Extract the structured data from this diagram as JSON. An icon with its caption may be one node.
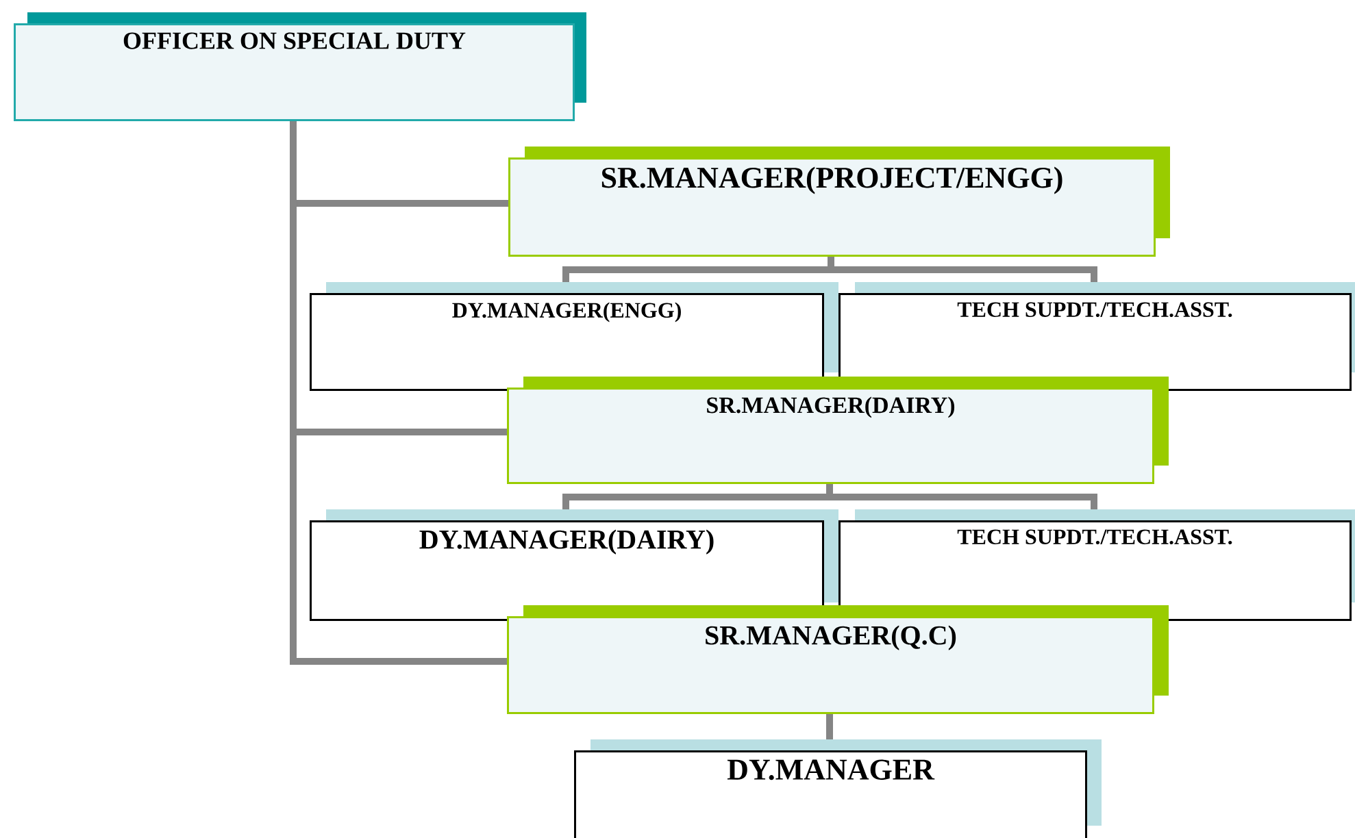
{
  "diagram": {
    "nodes": [
      {
        "text": [
          "OFFICER ON SPECIAL DUTY"
        ]
      },
      {
        "text": [
          "SR.MANAGER(PROJECT/ENGG)"
        ]
      },
      {
        "text": [
          "DY.MANAGER(ENGG)"
        ]
      },
      {
        "text": [
          "TECH SUPDT./TECH.ASST."
        ]
      },
      {
        "text": [
          "SR.MANAGER(DAIRY)"
        ]
      },
      {
        "text": [
          "DY.MANAGER(DAIRY)"
        ]
      },
      {
        "text": [
          "TECH SUPDT./TECH.ASST."
        ]
      },
      {
        "text": [
          "SR.MANAGER(Q.C)"
        ]
      },
      {
        "text": [
          "DY.MANAGER"
        ]
      }
    ],
    "edges": [
      {
        "from": 0,
        "to": 1,
        "arrow": "none"
      },
      {
        "from": 0,
        "to": 4,
        "arrow": "none"
      },
      {
        "from": 0,
        "to": 7,
        "arrow": "none"
      },
      {
        "from": 1,
        "to": 2,
        "arrow": "none"
      },
      {
        "from": 1,
        "to": 3,
        "arrow": "none"
      },
      {
        "from": 4,
        "to": 5,
        "arrow": "none"
      },
      {
        "from": 4,
        "to": 6,
        "arrow": "none"
      },
      {
        "from": 7,
        "to": 8,
        "arrow": "none"
      }
    ]
  }
}
